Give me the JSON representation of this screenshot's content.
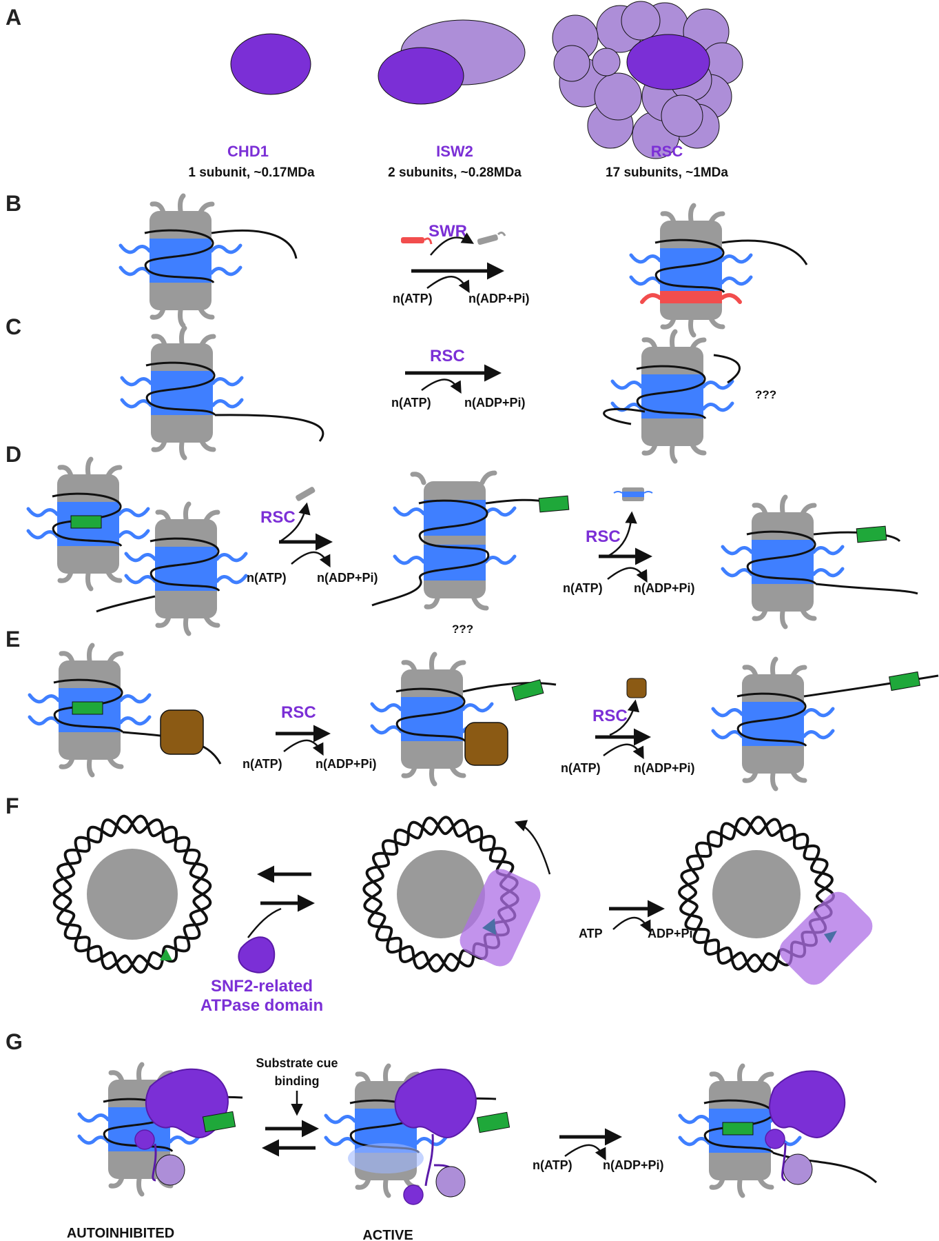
{
  "colors": {
    "purple_dark": "#7b2fd6",
    "purple_light": "#ad8ed8",
    "histone_blue": "#3f7fff",
    "histone_grey": "#9a9a9a",
    "h2az_red": "#f24d4d",
    "tf_green": "#1fa83a",
    "barrier_brown": "#8b5a14",
    "dna_black": "#111111"
  },
  "panels": {
    "A": {
      "letter": "A",
      "complexes": [
        {
          "name": "CHD1",
          "info": "1 subunit, ~0.17MDa"
        },
        {
          "name": "ISW2",
          "info": "2 subunits, ~0.28MDa"
        },
        {
          "name": "RSC",
          "info": "17 subunits, ~1MDa"
        }
      ]
    },
    "B": {
      "letter": "B",
      "enzyme": "SWR",
      "reactant": "n(ATP)",
      "product": "n(ADP+Pi)"
    },
    "C": {
      "letter": "C",
      "enzyme": "RSC",
      "reactant": "n(ATP)",
      "product": "n(ADP+Pi)",
      "unknown": "???"
    },
    "D": {
      "letter": "D",
      "step1": {
        "enzyme": "RSC",
        "reactant": "n(ATP)",
        "product": "n(ADP+Pi)"
      },
      "unknown": "???",
      "step2": {
        "enzyme": "RSC",
        "reactant": "n(ATP)",
        "product": "n(ADP+Pi)"
      }
    },
    "E": {
      "letter": "E",
      "step1": {
        "enzyme": "RSC",
        "reactant": "n(ATP)",
        "product": "n(ADP+Pi)"
      },
      "step2": {
        "enzyme": "RSC",
        "reactant": "n(ATP)",
        "product": "n(ADP+Pi)"
      }
    },
    "F": {
      "letter": "F",
      "atpase_line1": "SNF2-related",
      "atpase_line2": "ATPase domain",
      "reactant": "ATP",
      "product": "ADP+Pi"
    },
    "G": {
      "letter": "G",
      "cue_line1": "Substrate cue",
      "cue_line2": "binding",
      "reactant": "n(ATP)",
      "product": "n(ADP+Pi)",
      "state1": "AUTOINHIBITED",
      "state2": "ACTIVE"
    }
  }
}
